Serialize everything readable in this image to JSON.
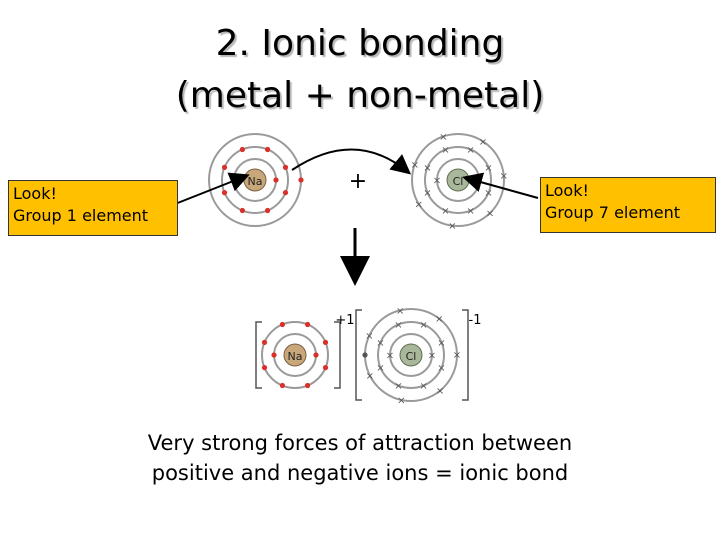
{
  "title": {
    "line1": "2. Ionic bonding",
    "line2": "(metal + non-metal)"
  },
  "callouts": {
    "left": {
      "line1": "Look!",
      "line2": "Group 1 element"
    },
    "right": {
      "line1": "Look!",
      "line2": "Group 7 element"
    }
  },
  "diagram": {
    "plus_sign": "+",
    "sodium_symbol": "Na",
    "chlorine_symbol": "Cl",
    "charge_positive": "+1",
    "charge_negative": "-1"
  },
  "caption": {
    "line1": "Very strong forces of attraction between",
    "line2": "positive and negative ions = ionic bond"
  },
  "colors": {
    "callout_fill": "#ffc000",
    "electron_red": "#d9302a",
    "electron_x": "#555555",
    "shell_gray": "#9a9a9a",
    "na_nucleus": "#c8a77a",
    "cl_nucleus": "#a9b89a"
  }
}
